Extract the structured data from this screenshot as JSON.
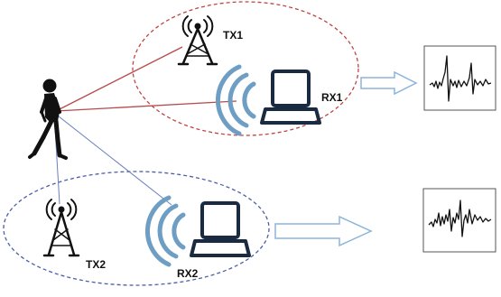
{
  "labels": {
    "tx1": "TX1",
    "rx1": "RX1",
    "tx2": "TX2",
    "rx2": "RX2"
  },
  "icons": {
    "person": "walking-person-icon",
    "transmitter": "radio-tower-icon",
    "receiver": "laptop-wifi-icon",
    "signal": "waveform-icon",
    "flow": "hollow-arrow-icon"
  },
  "colors": {
    "group1_line": "#b84a4a",
    "group1_ellipse": "#c04444",
    "group2_line": "#6a7fc0",
    "group2_ellipse": "#4a5fa8",
    "laptop": "#1a2a40",
    "signal_waves": "#6f9ec4",
    "arrow_outline": "#8db4dc",
    "ink": "#111111"
  }
}
